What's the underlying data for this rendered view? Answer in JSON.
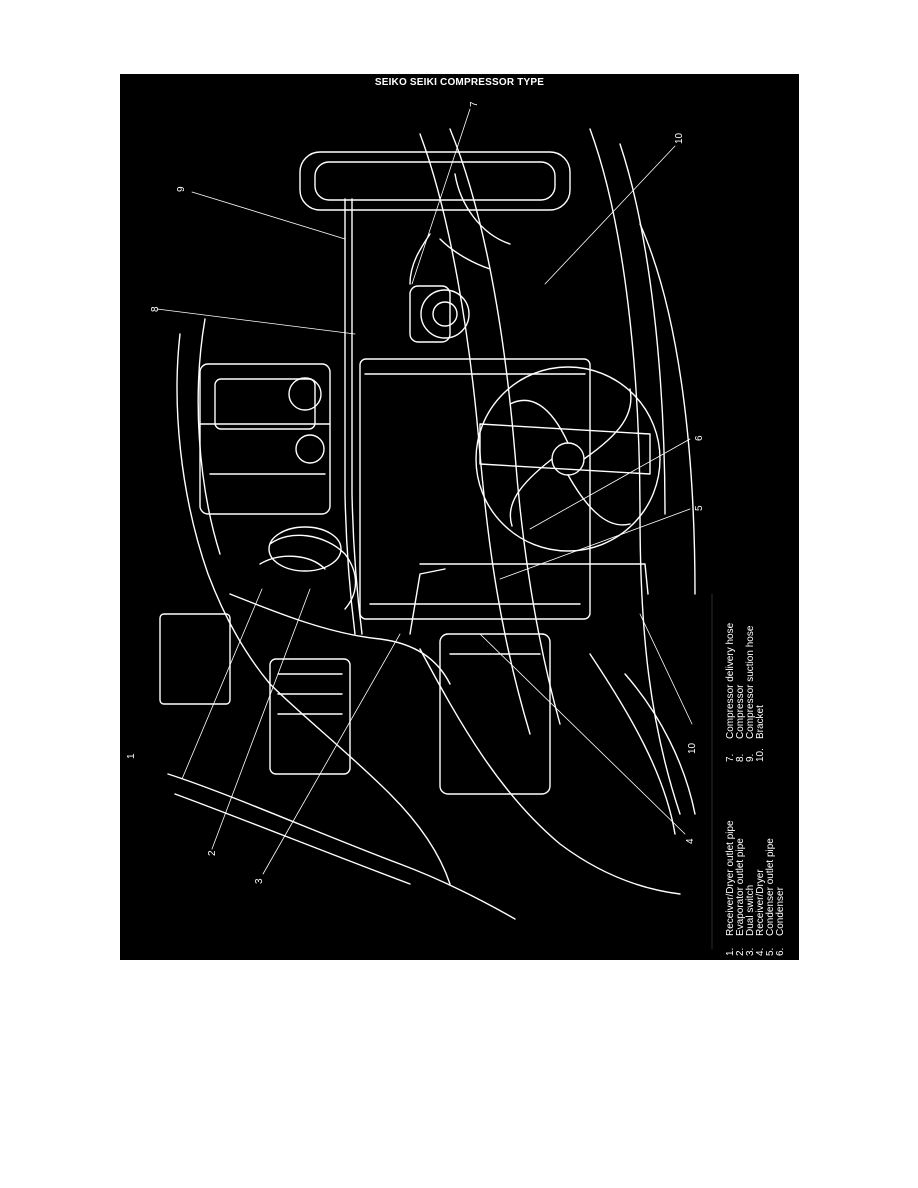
{
  "title": "SEIKO SEIKI COMPRESSOR TYPE",
  "colors": {
    "background": "#000000",
    "ink": "#ffffff",
    "page": "#ffffff"
  },
  "callouts": [
    "1",
    "2",
    "3",
    "4",
    "5",
    "6",
    "7",
    "8",
    "9",
    "10",
    "10"
  ],
  "legend_left": [
    {
      "num": "1.",
      "label": "Receiver/Dryer outlet pipe"
    },
    {
      "num": "2.",
      "label": "Evaporator outlet pipe"
    },
    {
      "num": "3.",
      "label": "Dual switch"
    },
    {
      "num": "4.",
      "label": "Receiver/Dryer"
    },
    {
      "num": "5.",
      "label": "Condenser outlet pipe"
    },
    {
      "num": "6.",
      "label": "Condenser"
    }
  ],
  "legend_right": [
    {
      "num": "7.",
      "label": "Compressor delivery hose"
    },
    {
      "num": "8.",
      "label": "Compressor"
    },
    {
      "num": "9.",
      "label": "Compressor suction hose"
    },
    {
      "num": "10.",
      "label": "Bracket"
    }
  ]
}
